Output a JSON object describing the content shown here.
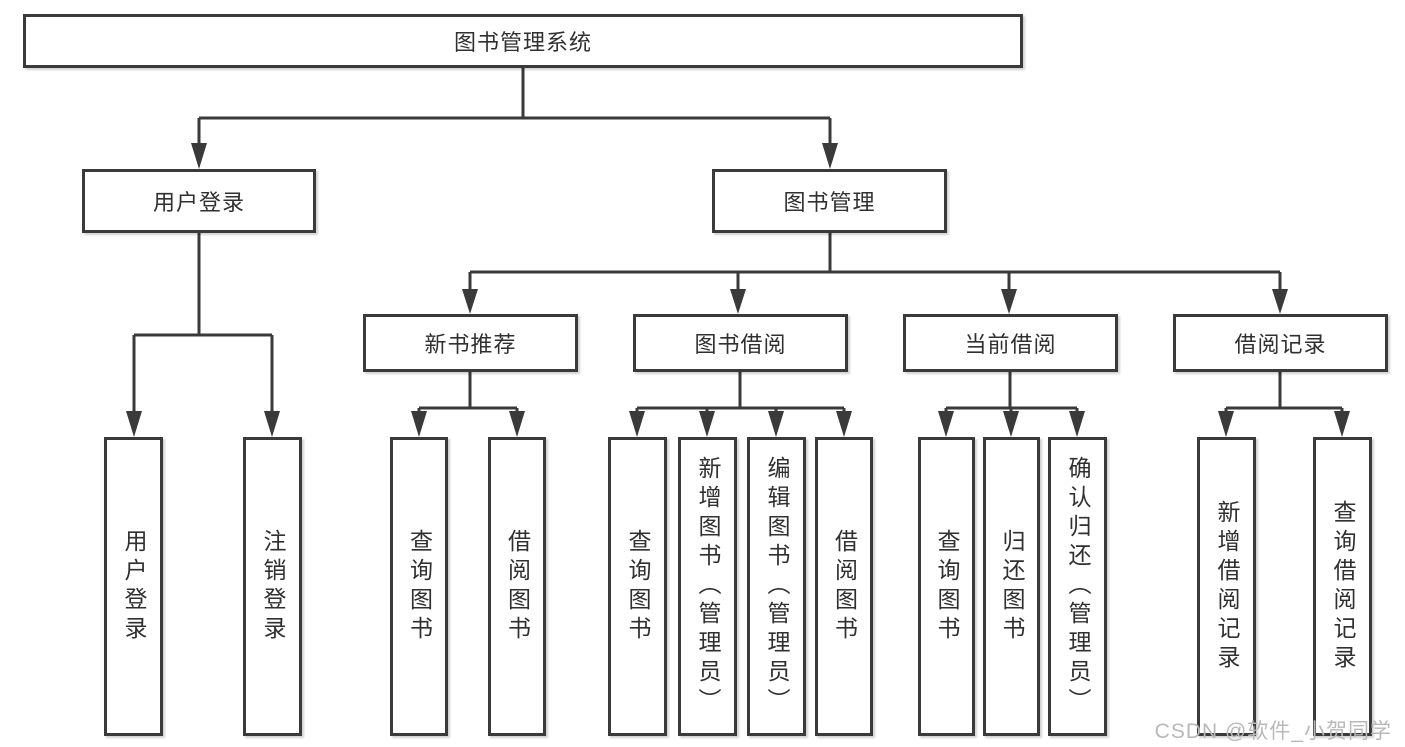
{
  "colors": {
    "line": "#3a3a3a",
    "text": "#303030",
    "watermark": "#b9b9b9",
    "bg": "#ffffff"
  },
  "root": {
    "label": "图书管理系统"
  },
  "level2": [
    {
      "label": "用户登录"
    },
    {
      "label": "图书管理"
    }
  ],
  "level3": [
    {
      "label": "新书推荐"
    },
    {
      "label": "图书借阅"
    },
    {
      "label": "当前借阅"
    },
    {
      "label": "借阅记录"
    }
  ],
  "leaves": [
    {
      "label": "用户登录"
    },
    {
      "label": "注销登录"
    },
    {
      "label": "查询图书"
    },
    {
      "label": "借阅图书"
    },
    {
      "label": "查询图书"
    },
    {
      "label": "新增图书（管理员）"
    },
    {
      "label": "编辑图书（管理员）"
    },
    {
      "label": "借阅图书"
    },
    {
      "label": "查询图书"
    },
    {
      "label": "归还图书"
    },
    {
      "label": "确认归还（管理员）"
    },
    {
      "label": "新增借阅记录"
    },
    {
      "label": "查询借阅记录"
    }
  ],
  "watermark": {
    "text": "CSDN @软件_小贺同学"
  }
}
